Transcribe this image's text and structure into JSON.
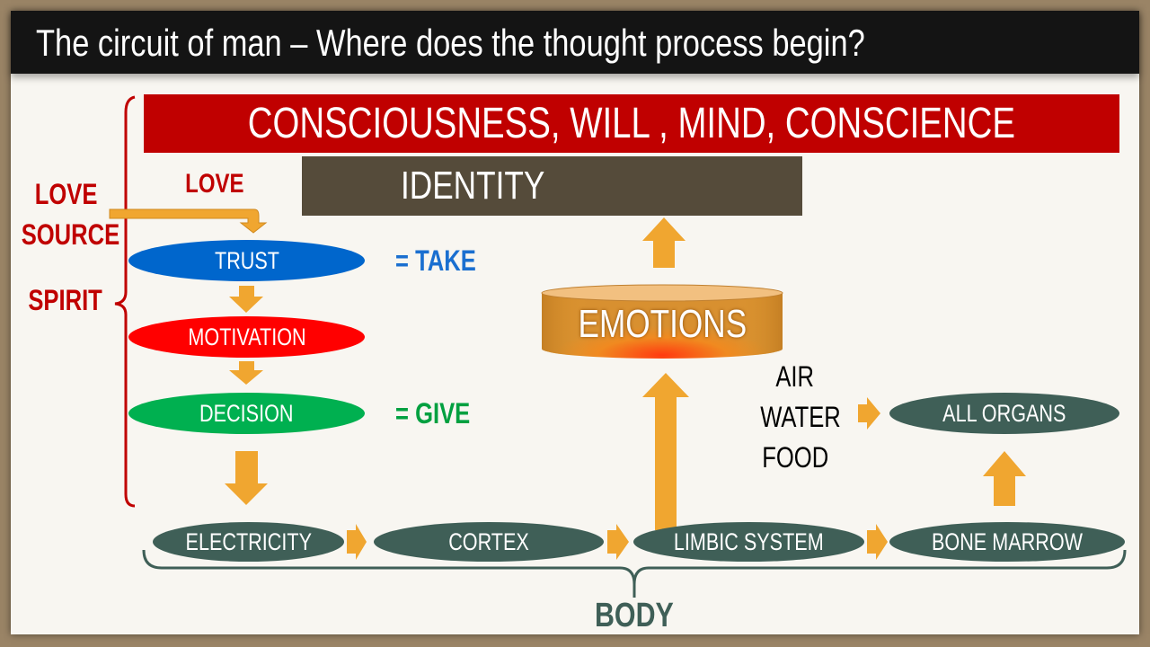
{
  "title": "The circuit of man – Where does the thought process begin?",
  "top_bar": "CONSCIOUSNESS, WILL , MIND, CONSCIENCE",
  "identity": "IDENTITY",
  "left_labels": {
    "love": "LOVE",
    "source": "SOURCE",
    "spirit": "SPIRIT"
  },
  "inner_love": "LOVE",
  "spirit_nodes": [
    {
      "label": "TRUST",
      "color": "#0066cc"
    },
    {
      "label": "MOTIVATION",
      "color": "#ff0000"
    },
    {
      "label": "DECISION",
      "color": "#00b050"
    }
  ],
  "take": "= TAKE",
  "give": "= GIVE",
  "emotions": "EMOTIONS",
  "inputs": [
    "AIR",
    "WATER",
    "FOOD"
  ],
  "all_organs": "ALL ORGANS",
  "body_nodes": [
    "ELECTRICITY",
    "CORTEX",
    "LIMBIC SYSTEM",
    "BONE MARROW"
  ],
  "body": "BODY",
  "colors": {
    "red": "#c00000",
    "body": "#3f5f57",
    "arrow": "#f0a630",
    "identity": "#554b3a"
  }
}
